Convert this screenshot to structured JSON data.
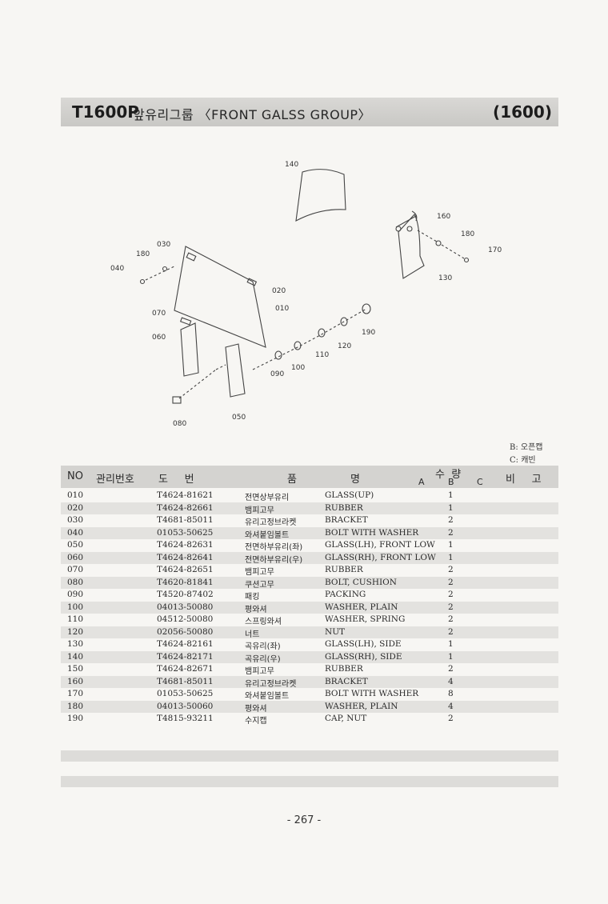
{
  "header": {
    "model": "T1600P",
    "title": "앞유리그룹 〈FRONT GALSS GROUP〉",
    "code": "(1600)"
  },
  "diagram": {
    "callouts": [
      "140",
      "160",
      "180",
      "170",
      "130",
      "030",
      "180",
      "040",
      "020",
      "010",
      "070",
      "060",
      "190",
      "120",
      "110",
      "100",
      "090",
      "080",
      "050"
    ]
  },
  "legend": {
    "b": "B: 오픈캡",
    "c": "C: 캐빈"
  },
  "table": {
    "headers": {
      "no": "NO",
      "mgmt": "관리번호",
      "drawing": "도     번",
      "name1": "품",
      "name2": "명",
      "qty": "수  량",
      "a": "A",
      "b": "B",
      "c": "C",
      "remarks": "비     고"
    },
    "rows": [
      {
        "no": "010",
        "part": "T4624-81621",
        "kr": "전면상부유리",
        "en": "GLASS(UP)",
        "b": "1"
      },
      {
        "no": "020",
        "part": "T4624-82661",
        "kr": "뱀피고무",
        "en": "RUBBER",
        "b": "1"
      },
      {
        "no": "030",
        "part": "T4681-85011",
        "kr": "유리고정브라켓",
        "en": "BRACKET",
        "b": "2"
      },
      {
        "no": "040",
        "part": "01053-50625",
        "kr": "와셔붙임볼트",
        "en": "BOLT WITH WASHER",
        "b": "2"
      },
      {
        "no": "050",
        "part": "T4624-82631",
        "kr": "전면하부유리(좌)",
        "en": "GLASS(LH), FRONT LOW",
        "b": "1"
      },
      {
        "no": "060",
        "part": "T4624-82641",
        "kr": "전면하부유리(우)",
        "en": "GLASS(RH), FRONT LOW",
        "b": "1"
      },
      {
        "no": "070",
        "part": "T4624-82651",
        "kr": "뱀피고무",
        "en": "RUBBER",
        "b": "2"
      },
      {
        "no": "080",
        "part": "T4620-81841",
        "kr": "쿠션고무",
        "en": "BOLT, CUSHION",
        "b": "2"
      },
      {
        "no": "090",
        "part": "T4520-87402",
        "kr": "패킹",
        "en": "PACKING",
        "b": "2"
      },
      {
        "no": "100",
        "part": "04013-50080",
        "kr": "평와셔",
        "en": "WASHER, PLAIN",
        "b": "2"
      },
      {
        "no": "110",
        "part": "04512-50080",
        "kr": "스프링와셔",
        "en": "WASHER, SPRING",
        "b": "2"
      },
      {
        "no": "120",
        "part": "02056-50080",
        "kr": "너트",
        "en": "NUT",
        "b": "2"
      },
      {
        "no": "130",
        "part": "T4624-82161",
        "kr": "곡유리(좌)",
        "en": "GLASS(LH), SIDE",
        "b": "1"
      },
      {
        "no": "140",
        "part": "T4624-82171",
        "kr": "곡유리(우)",
        "en": "GLASS(RH), SIDE",
        "b": "1"
      },
      {
        "no": "150",
        "part": "T4624-82671",
        "kr": "뱀피고무",
        "en": "RUBBER",
        "b": "2"
      },
      {
        "no": "160",
        "part": "T4681-85011",
        "kr": "유리고정브라켓",
        "en": "BRACKET",
        "b": "4"
      },
      {
        "no": "170",
        "part": "01053-50625",
        "kr": "와셔붙임볼트",
        "en": "BOLT WITH WASHER",
        "b": "8"
      },
      {
        "no": "180",
        "part": "04013-50060",
        "kr": "평와셔",
        "en": "WASHER, PLAIN",
        "b": "4"
      },
      {
        "no": "190",
        "part": "T4815-93211",
        "kr": "수지캡",
        "en": "CAP, NUT",
        "b": "2"
      }
    ]
  },
  "footer": {
    "page": "- 267 -"
  }
}
